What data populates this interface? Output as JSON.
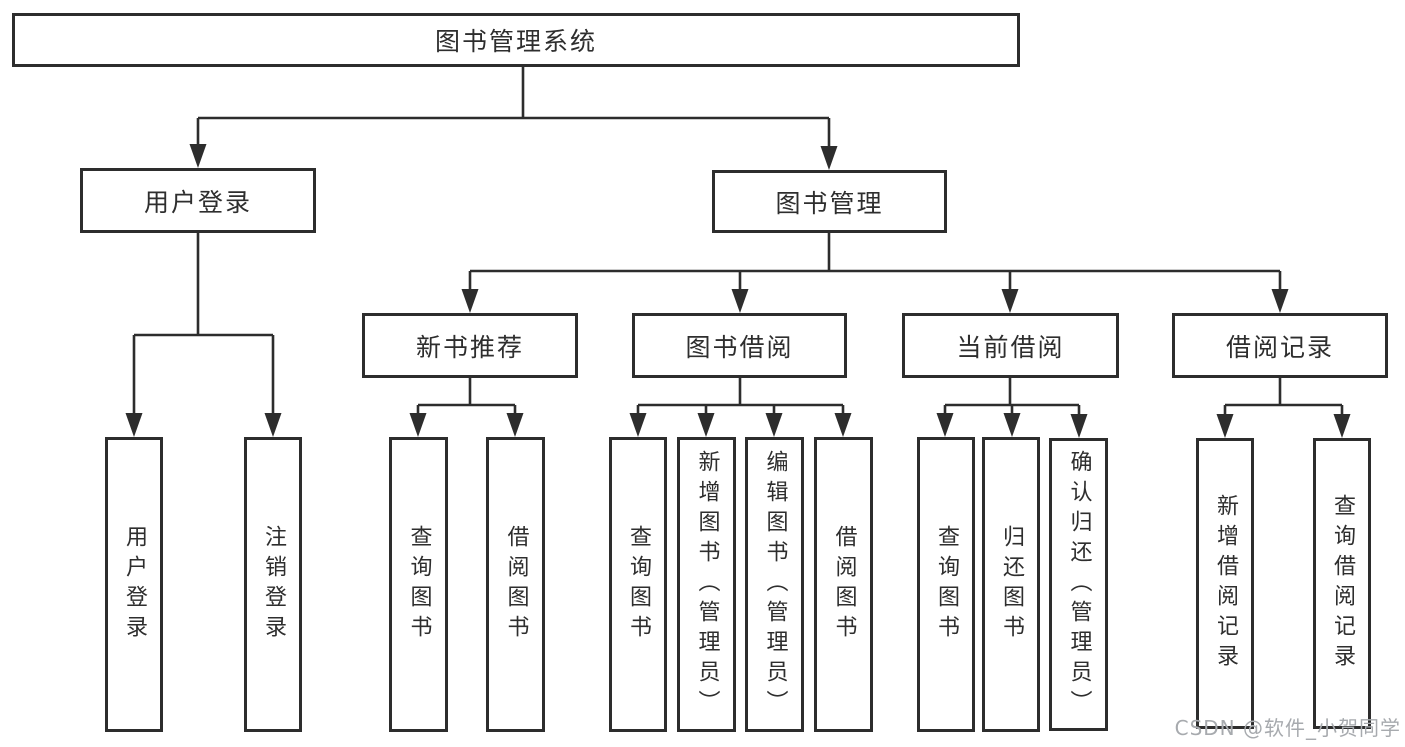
{
  "tree": {
    "label": "图书管理系统",
    "children": [
      {
        "label": "用户登录",
        "children": [
          {
            "label": "用户登录"
          },
          {
            "label": "注销登录"
          }
        ]
      },
      {
        "label": "图书管理",
        "children": [
          {
            "label": "新书推荐",
            "children": [
              {
                "label": "查询图书"
              },
              {
                "label": "借阅图书"
              }
            ]
          },
          {
            "label": "图书借阅",
            "children": [
              {
                "label": "查询图书"
              },
              {
                "label": "新增图书（管理员）"
              },
              {
                "label": "编辑图书（管理员）"
              },
              {
                "label": "借阅图书"
              }
            ]
          },
          {
            "label": "当前借阅",
            "children": [
              {
                "label": "查询图书"
              },
              {
                "label": "归还图书"
              },
              {
                "label": "确认归还（管理员）"
              }
            ]
          },
          {
            "label": "借阅记录",
            "children": [
              {
                "label": "新增借阅记录"
              },
              {
                "label": "查询借阅记录"
              }
            ]
          }
        ]
      }
    ]
  },
  "watermark": {
    "text": "CSDN @软件_小贺同学"
  },
  "colors": {
    "line": "#2d2d2d",
    "text": "#2e2e2e",
    "watermark": "#a7aaae",
    "background": "#ffffff"
  }
}
